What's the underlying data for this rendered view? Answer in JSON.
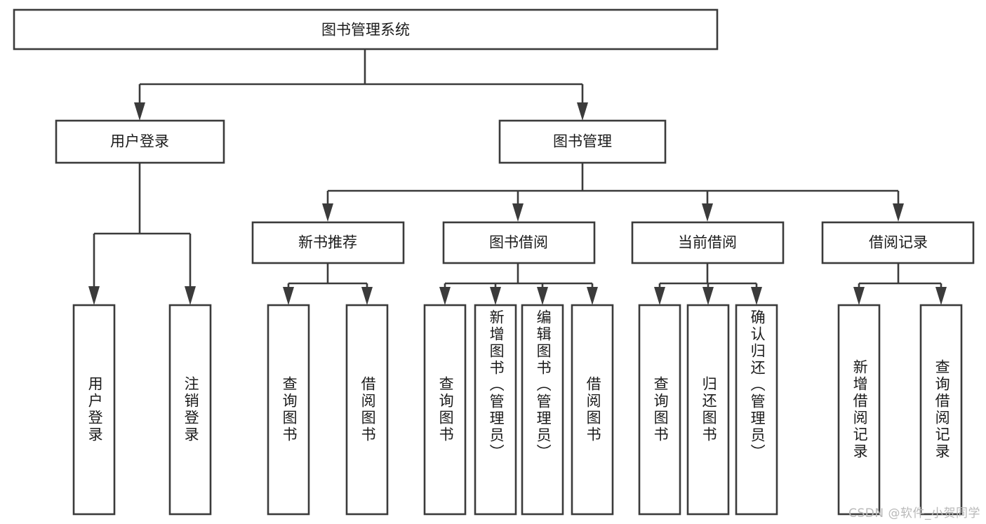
{
  "diagram": {
    "type": "tree-hierarchy-diagram",
    "title": "图书管理系统",
    "watermark": "CSDN @软件_小贺同学",
    "colors": {
      "stroke": "#3b3b3b",
      "box_fill": "#ffffff",
      "text": "#1b1b1b",
      "background": "#ffffff",
      "watermark": "#b9b9b9"
    },
    "root": {
      "label": "图书管理系统",
      "orientation": "horizontal"
    },
    "level2": [
      {
        "label": "用户登录",
        "orientation": "horizontal"
      },
      {
        "label": "图书管理",
        "orientation": "horizontal"
      }
    ],
    "level3": [
      {
        "label": "新书推荐",
        "orientation": "horizontal"
      },
      {
        "label": "图书借阅",
        "orientation": "horizontal"
      },
      {
        "label": "当前借阅",
        "orientation": "horizontal"
      },
      {
        "label": "借阅记录",
        "orientation": "horizontal"
      }
    ],
    "leaves": {
      "user_login": [
        {
          "label": "用户登录",
          "orientation": "vertical"
        },
        {
          "label": "注销登录",
          "orientation": "vertical"
        }
      ],
      "new_book_recommend": [
        {
          "label": "查询图书",
          "orientation": "vertical"
        },
        {
          "label": "借阅图书",
          "orientation": "vertical"
        }
      ],
      "book_borrow": [
        {
          "label": "查询图书",
          "orientation": "vertical"
        },
        {
          "label": "新增图书（管理员）",
          "orientation": "vertical"
        },
        {
          "label": "编辑图书（管理员）",
          "orientation": "vertical"
        },
        {
          "label": "借阅图书",
          "orientation": "vertical"
        }
      ],
      "current_borrow": [
        {
          "label": "查询图书",
          "orientation": "vertical"
        },
        {
          "label": "归还图书",
          "orientation": "vertical"
        },
        {
          "label": "确认归还（管理员）",
          "orientation": "vertical"
        }
      ],
      "borrow_record": [
        {
          "label": "新增借阅记录",
          "orientation": "vertical"
        },
        {
          "label": "查询借阅记录",
          "orientation": "vertical"
        }
      ]
    }
  }
}
